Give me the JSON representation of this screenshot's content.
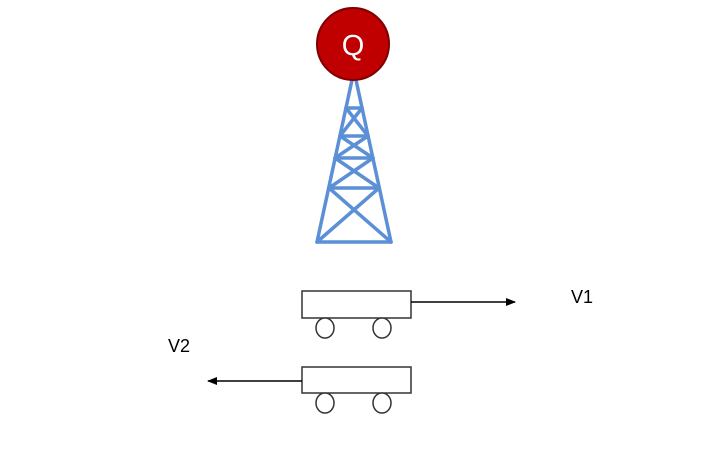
{
  "charge": {
    "label": "Q",
    "fill_color": "#C00000",
    "stroke_color": "#7F0000",
    "text_color": "#FFFFFF"
  },
  "tower": {
    "color": "#5B8FD6"
  },
  "cart_top": {
    "velocity_label": "V1",
    "arrow_direction": "right"
  },
  "cart_bottom": {
    "velocity_label": "V2",
    "arrow_direction": "left"
  }
}
